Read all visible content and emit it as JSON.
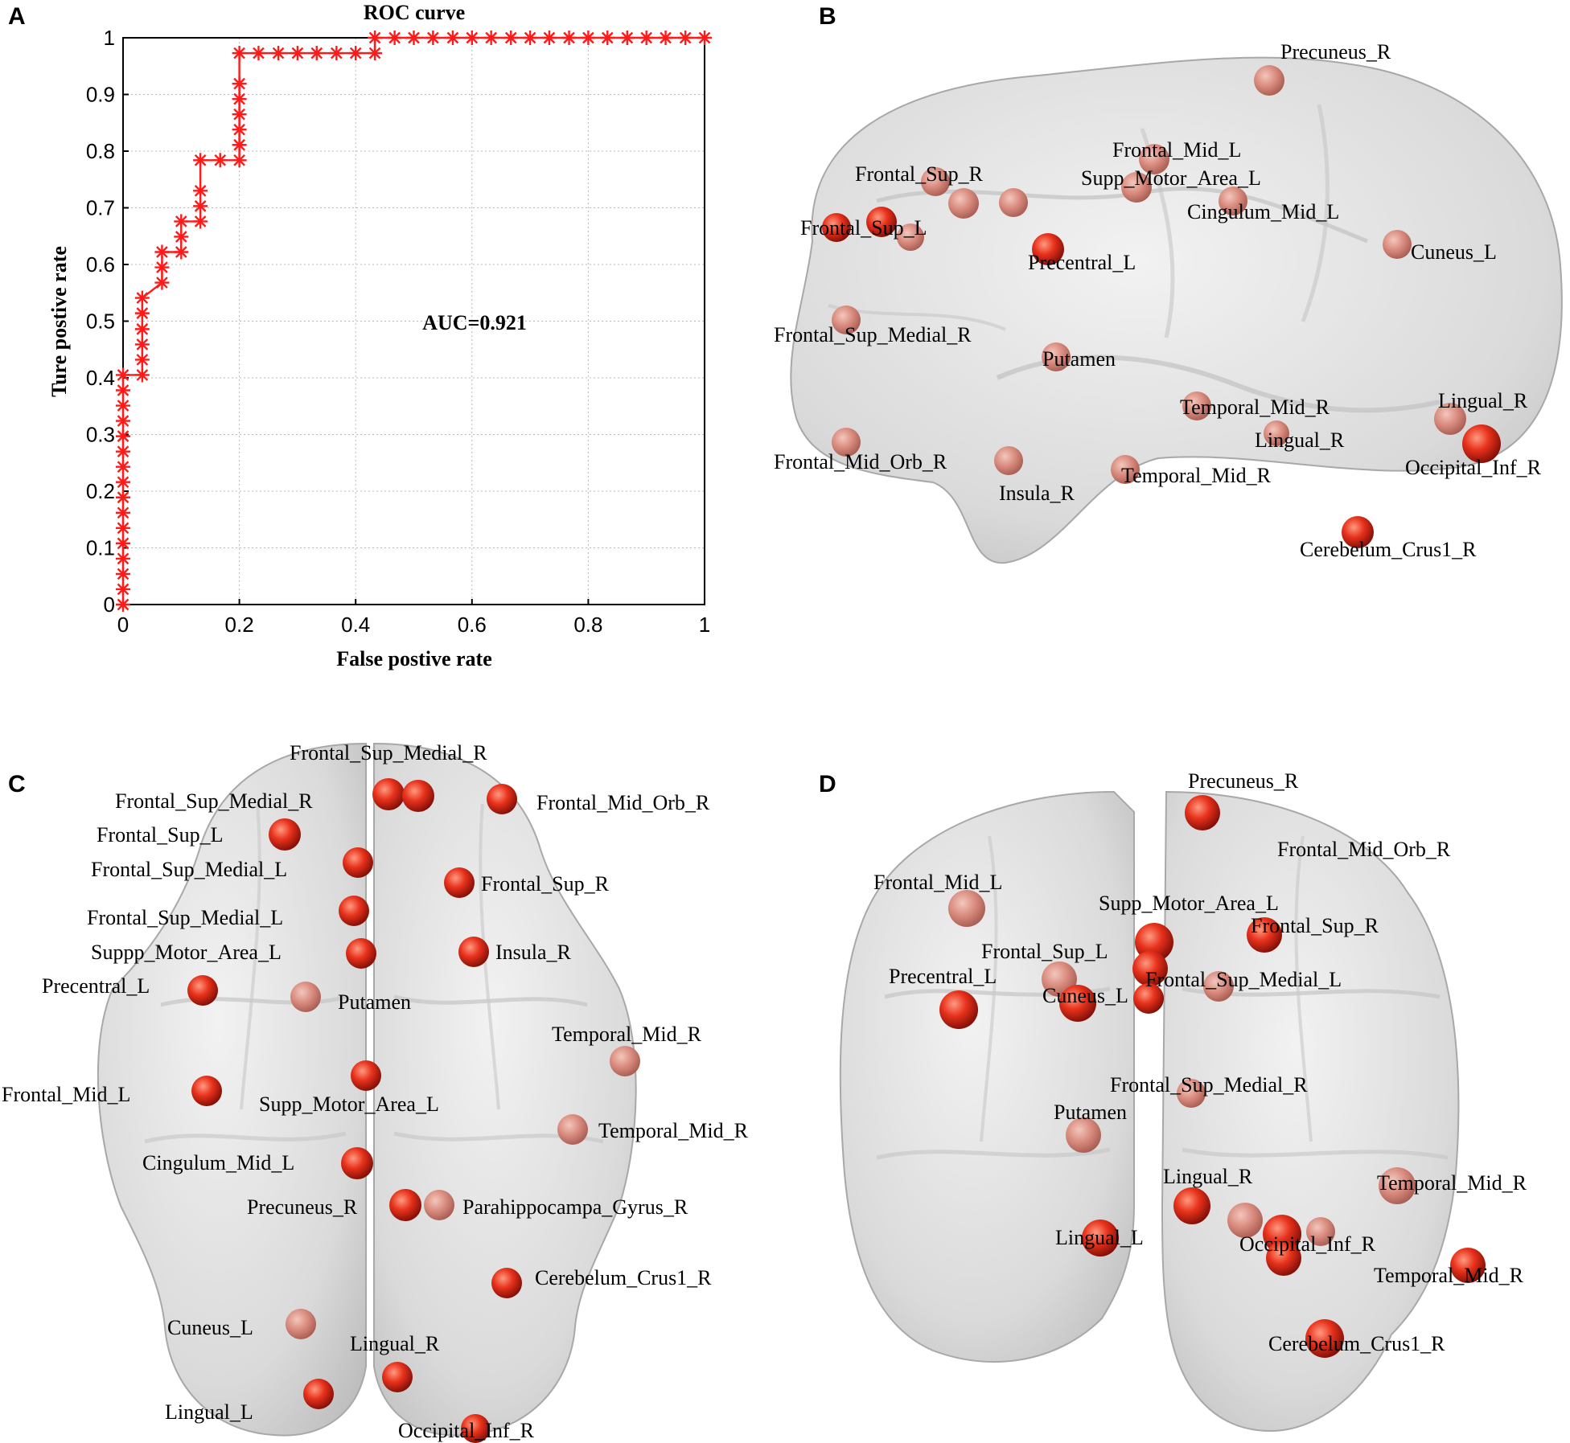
{
  "figure": {
    "panel_letters": [
      "A",
      "B",
      "C",
      "D"
    ]
  },
  "chart_data": {
    "type": "line",
    "title": "ROC curve",
    "xlabel": "False postive rate",
    "ylabel": "Ture postive rate",
    "annotation": "AUC=0.921",
    "xlim": [
      0,
      1
    ],
    "ylim": [
      0,
      1
    ],
    "xticks": [
      "0",
      "0.2",
      "0.4",
      "0.6",
      "0.8",
      "1"
    ],
    "yticks": [
      "0",
      "0.1",
      "0.2",
      "0.3",
      "0.4",
      "0.5",
      "0.6",
      "0.7",
      "0.8",
      "0.9",
      "1"
    ],
    "grid": true,
    "marker": "asterisk",
    "color": "#ff1a1a",
    "x": [
      0,
      0,
      0,
      0,
      0,
      0,
      0,
      0,
      0,
      0,
      0,
      0,
      0,
      0,
      0,
      0,
      0.033,
      0.033,
      0.033,
      0.033,
      0.033,
      0.033,
      0.067,
      0.067,
      0.067,
      0.1,
      0.1,
      0.1,
      0.133,
      0.133,
      0.133,
      0.133,
      0.167,
      0.2,
      0.2,
      0.2,
      0.2,
      0.2,
      0.2,
      0.2,
      0.233,
      0.267,
      0.3,
      0.333,
      0.367,
      0.4,
      0.433,
      0.433,
      0.467,
      0.5,
      0.533,
      0.567,
      0.6,
      0.633,
      0.667,
      0.7,
      0.733,
      0.767,
      0.8,
      0.833,
      0.867,
      0.9,
      0.933,
      0.967,
      1
    ],
    "y": [
      0,
      0.027,
      0.054,
      0.081,
      0.108,
      0.135,
      0.162,
      0.189,
      0.216,
      0.243,
      0.27,
      0.297,
      0.324,
      0.351,
      0.378,
      0.405,
      0.405,
      0.432,
      0.459,
      0.486,
      0.514,
      0.541,
      0.568,
      0.595,
      0.622,
      0.622,
      0.649,
      0.676,
      0.676,
      0.703,
      0.73,
      0.784,
      0.784,
      0.784,
      0.811,
      0.838,
      0.865,
      0.892,
      0.919,
      0.973,
      0.973,
      0.973,
      0.973,
      0.973,
      0.973,
      0.973,
      0.973,
      1,
      1,
      1,
      1,
      1,
      1,
      1,
      1,
      1,
      1,
      1,
      1,
      1,
      1,
      1,
      1,
      1,
      1
    ]
  },
  "panel_b": {
    "labels": [
      "Precuneus_R",
      "Frontal_Mid_L",
      "Supp_Motor_Area_L",
      "Frontal_Sup_R",
      "Cingulum_Mid_L",
      "Frontal_Sup_L",
      "Precentral_L",
      "Cuneus_L",
      "Frontal_Sup_Medial_R",
      "Putamen",
      "Temporal_Mid_R",
      "Lingual_R",
      "Lingual_R",
      "Occipital_Inf_R",
      "Frontal_Mid_Orb_R",
      "Temporal_Mid_R",
      "Insula_R",
      "Cerebelum_Crus1_R"
    ]
  },
  "panel_c": {
    "labels": [
      "Frontal_Sup_Medial_R",
      "Frontal_Sup_Medial_R",
      "Frontal_Mid_Orb_R",
      "Frontal_Sup_L",
      "Frontal_Sup_Medial_L",
      "Frontal_Sup_R",
      "Frontal_Sup_Medial_L",
      "Suppp_Motor_Area_L",
      "Insula_R",
      "Precentral_L",
      "Putamen",
      "Temporal_Mid_R",
      "Frontal_Mid_L",
      "Supp_Motor_Area_L",
      "Temporal_Mid_R",
      "Cingulum_Mid_L",
      "Precuneus_R",
      "Parahippocampa_Gyrus_R",
      "Cerebelum_Crus1_R",
      "Cuneus_L",
      "Lingual_R",
      "Lingual_L",
      "Occipital_Inf_R"
    ]
  },
  "panel_d": {
    "labels": [
      "Precuneus_R",
      "Frontal_Mid_Orb_R",
      "Frontal_Mid_L",
      "Supp_Motor_Area_L",
      "Frontal_Sup_R",
      "Frontal_Sup_L",
      "Precentral_L",
      "Frontal_Sup_Medial_L",
      "Cuneus_L",
      "Frontal_Sup_Medial_R",
      "Putamen",
      "Lingual_R",
      "Temporal_Mid_R",
      "Lingual_L",
      "Occipital_Inf_R",
      "Temporal_Mid_R",
      "Cerebelum_Crus1_R"
    ]
  }
}
